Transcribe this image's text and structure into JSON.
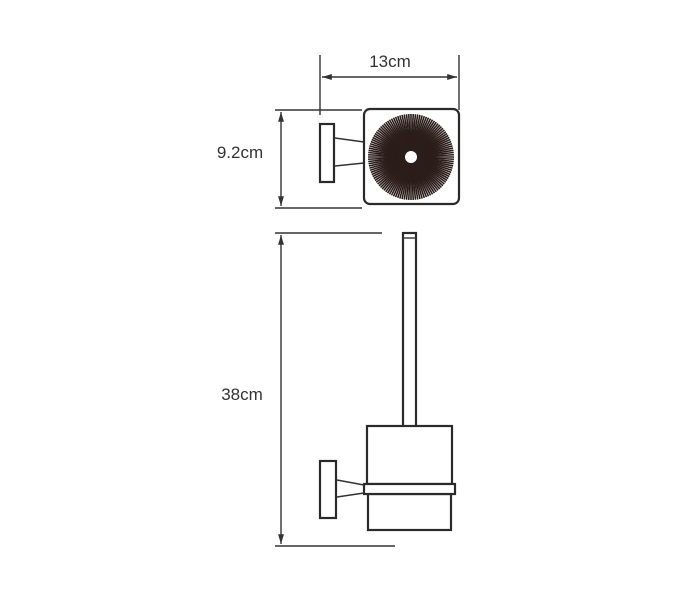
{
  "drawing": {
    "title": "Toilet brush holder dimension drawing",
    "colors": {
      "line": "#333333",
      "brush": "#2b1d1a",
      "background": "#ffffff"
    },
    "dimensions": {
      "width": "13cm",
      "depth": "9.2cm",
      "height": "38cm"
    },
    "views": [
      "top-view",
      "front-view"
    ]
  }
}
